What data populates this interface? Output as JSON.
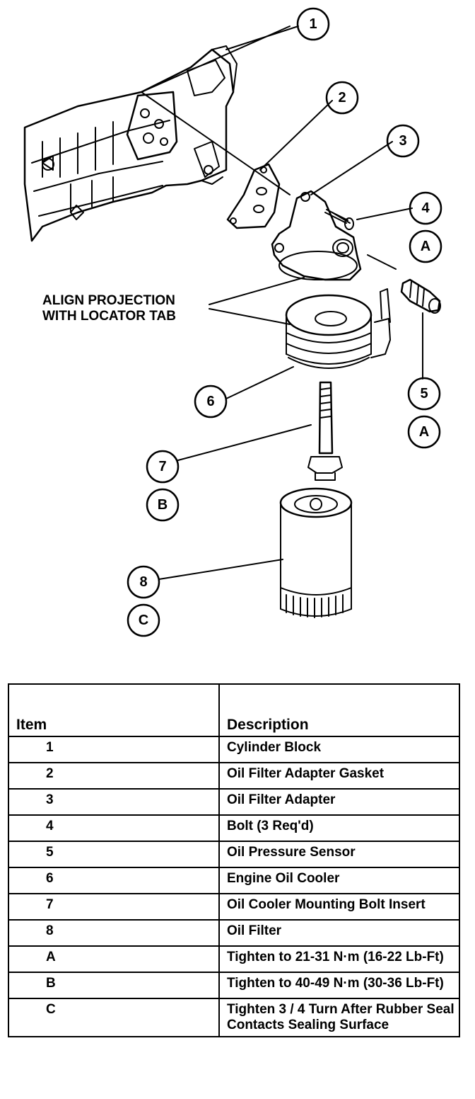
{
  "callouts": {
    "c1": "1",
    "c2": "2",
    "c3": "3",
    "c4": "4",
    "c5": "5",
    "c6": "6",
    "c7": "7",
    "c8": "8",
    "cA1": "A",
    "cA2": "A",
    "cB": "B",
    "cC": "C"
  },
  "align_label": {
    "line1": "ALIGN PROJECTION",
    "line2": "WITH LOCATOR TAB"
  },
  "table": {
    "headers": {
      "item": "Item",
      "description": "Description"
    },
    "rows": [
      {
        "item": "1",
        "description": "Cylinder Block"
      },
      {
        "item": "2",
        "description": "Oil Filter Adapter Gasket"
      },
      {
        "item": "3",
        "description": "Oil Filter Adapter"
      },
      {
        "item": "4",
        "description": "Bolt (3 Req'd)"
      },
      {
        "item": "5",
        "description": "Oil Pressure Sensor"
      },
      {
        "item": "6",
        "description": "Engine Oil Cooler"
      },
      {
        "item": "7",
        "description": "Oil Cooler Mounting Bolt Insert"
      },
      {
        "item": "8",
        "description": "Oil Filter"
      },
      {
        "item": "A",
        "description": "Tighten to 21-31 N·m (16-22 Lb-Ft)"
      },
      {
        "item": "B",
        "description": "Tighten to 40-49 N·m (30-36 Lb-Ft)"
      },
      {
        "item": "C",
        "description": "Tighten 3 / 4 Turn After Rubber Seal Contacts Sealing Surface"
      }
    ]
  }
}
